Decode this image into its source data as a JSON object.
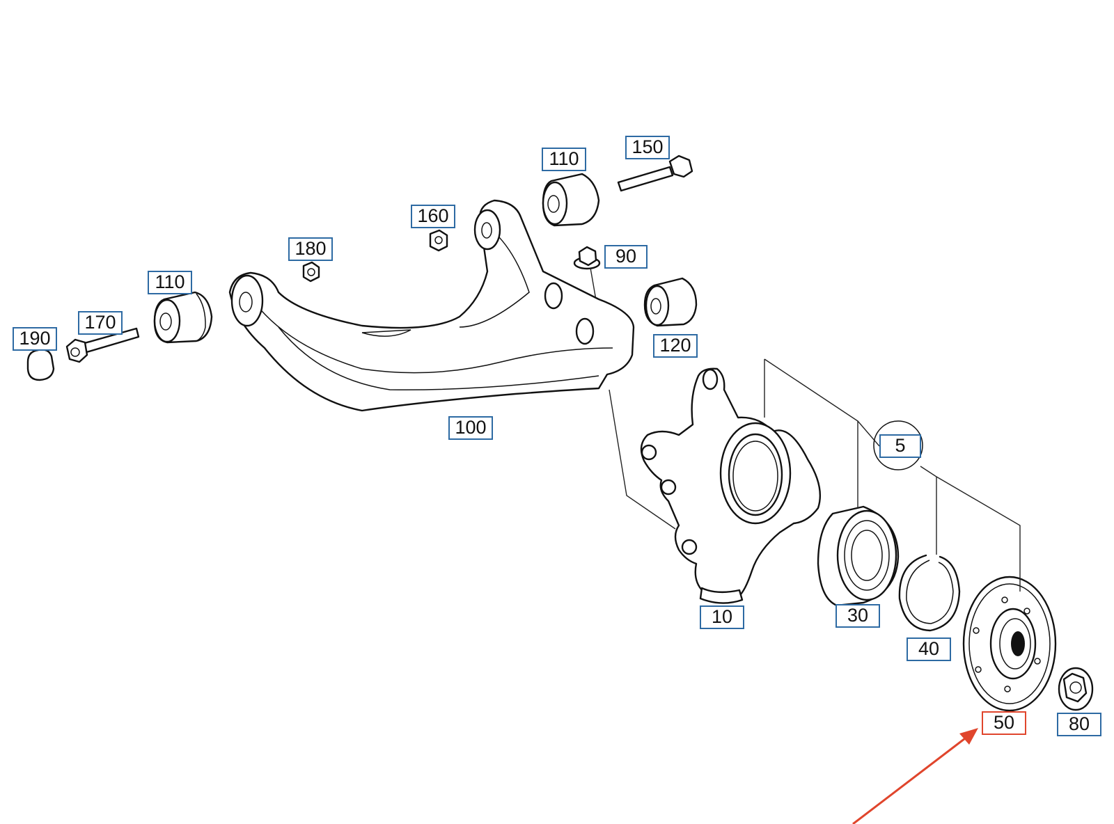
{
  "callouts": [
    {
      "id": "c190",
      "text": "190"
    },
    {
      "id": "c170",
      "text": "170"
    },
    {
      "id": "c110a",
      "text": "110"
    },
    {
      "id": "c180",
      "text": "180"
    },
    {
      "id": "c160",
      "text": "160"
    },
    {
      "id": "c110b",
      "text": "110"
    },
    {
      "id": "c150",
      "text": "150"
    },
    {
      "id": "c90",
      "text": "90"
    },
    {
      "id": "c120",
      "text": "120"
    },
    {
      "id": "c100",
      "text": "100"
    },
    {
      "id": "c5",
      "text": "5"
    },
    {
      "id": "c10",
      "text": "10"
    },
    {
      "id": "c30",
      "text": "30"
    },
    {
      "id": "c40",
      "text": "40"
    },
    {
      "id": "c50",
      "text": "50"
    },
    {
      "id": "c80",
      "text": "80"
    }
  ],
  "colors": {
    "callout_border": "#2d6aa3",
    "highlight": "#e0452c",
    "line_art": "#111111",
    "background": "#ffffff"
  },
  "highlighted_part": "50"
}
